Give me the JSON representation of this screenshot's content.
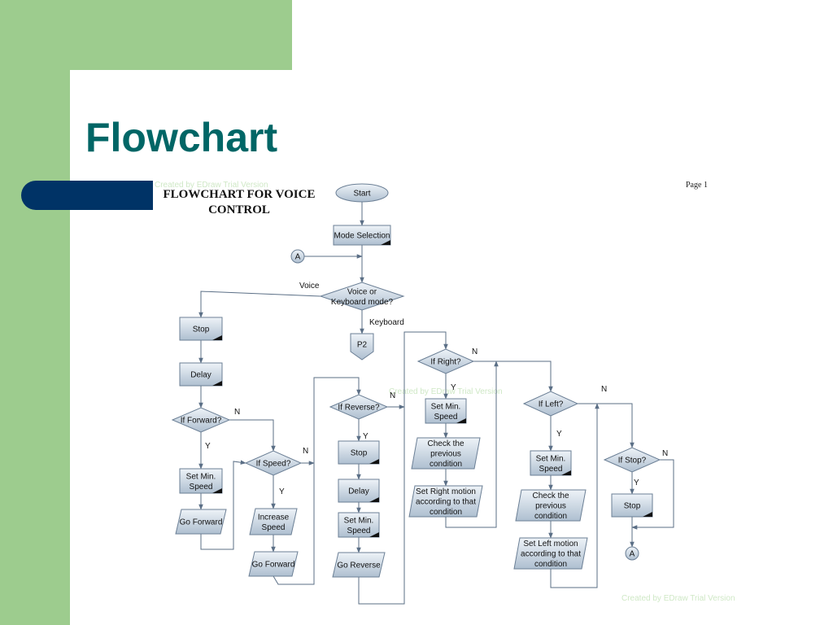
{
  "slide_title": "Flowchart",
  "flowchart_title": "FLOWCHART FOR VOICE\nCONTROL",
  "page_label": "Page 1",
  "watermark": "Created by EDraw Trial Version",
  "nodes": {
    "start": "Start",
    "mode_selection": "Mode Selection",
    "connector_a_top": "A",
    "voice_or_keyboard": "Voice or Keyboard mode?",
    "stop_1": "Stop",
    "delay_1": "Delay",
    "if_forward": "If Forward?",
    "set_min_speed_1": "Set Min. Speed",
    "go_forward_1": "Go Forward",
    "if_speed": "If Speed?",
    "increase_speed": "Increase Speed",
    "go_forward_2": "Go Forward",
    "p2": "P2",
    "if_reverse": "If Reverse?",
    "stop_2": "Stop",
    "delay_2": "Delay",
    "set_min_speed_2": "Set Min. Speed",
    "go_reverse": "Go Reverse",
    "if_right": "If Right?",
    "set_min_speed_3": "Set Min. Speed",
    "check_prev_1": "Check the previous condition",
    "set_right_motion": "Set Right motion according to that condition",
    "if_left": "If Left?",
    "set_min_speed_4": "Set Min. Speed",
    "check_prev_2": "Check the previous condition",
    "set_left_motion": "Set Left motion according to that condition",
    "if_stop": "If Stop?",
    "stop_3": "Stop",
    "connector_a_bottom": "A"
  },
  "edge_labels": {
    "voice": "Voice",
    "keyboard": "Keyboard",
    "forward_n": "N",
    "forward_y": "Y",
    "speed_n": "N",
    "speed_y": "Y",
    "reverse_n": "N",
    "reverse_y": "Y",
    "right_n": "N",
    "right_y": "Y",
    "left_n": "N",
    "left_y": "Y",
    "stop_n": "N",
    "stop_y": "Y"
  },
  "colors": {
    "background_green": "#9dcc8e",
    "pill_navy": "#003366",
    "title_teal": "#006666",
    "node_fill_light": "#eef3f8",
    "node_fill_dark": "#aebfd0",
    "edge": "#5b6f86"
  }
}
